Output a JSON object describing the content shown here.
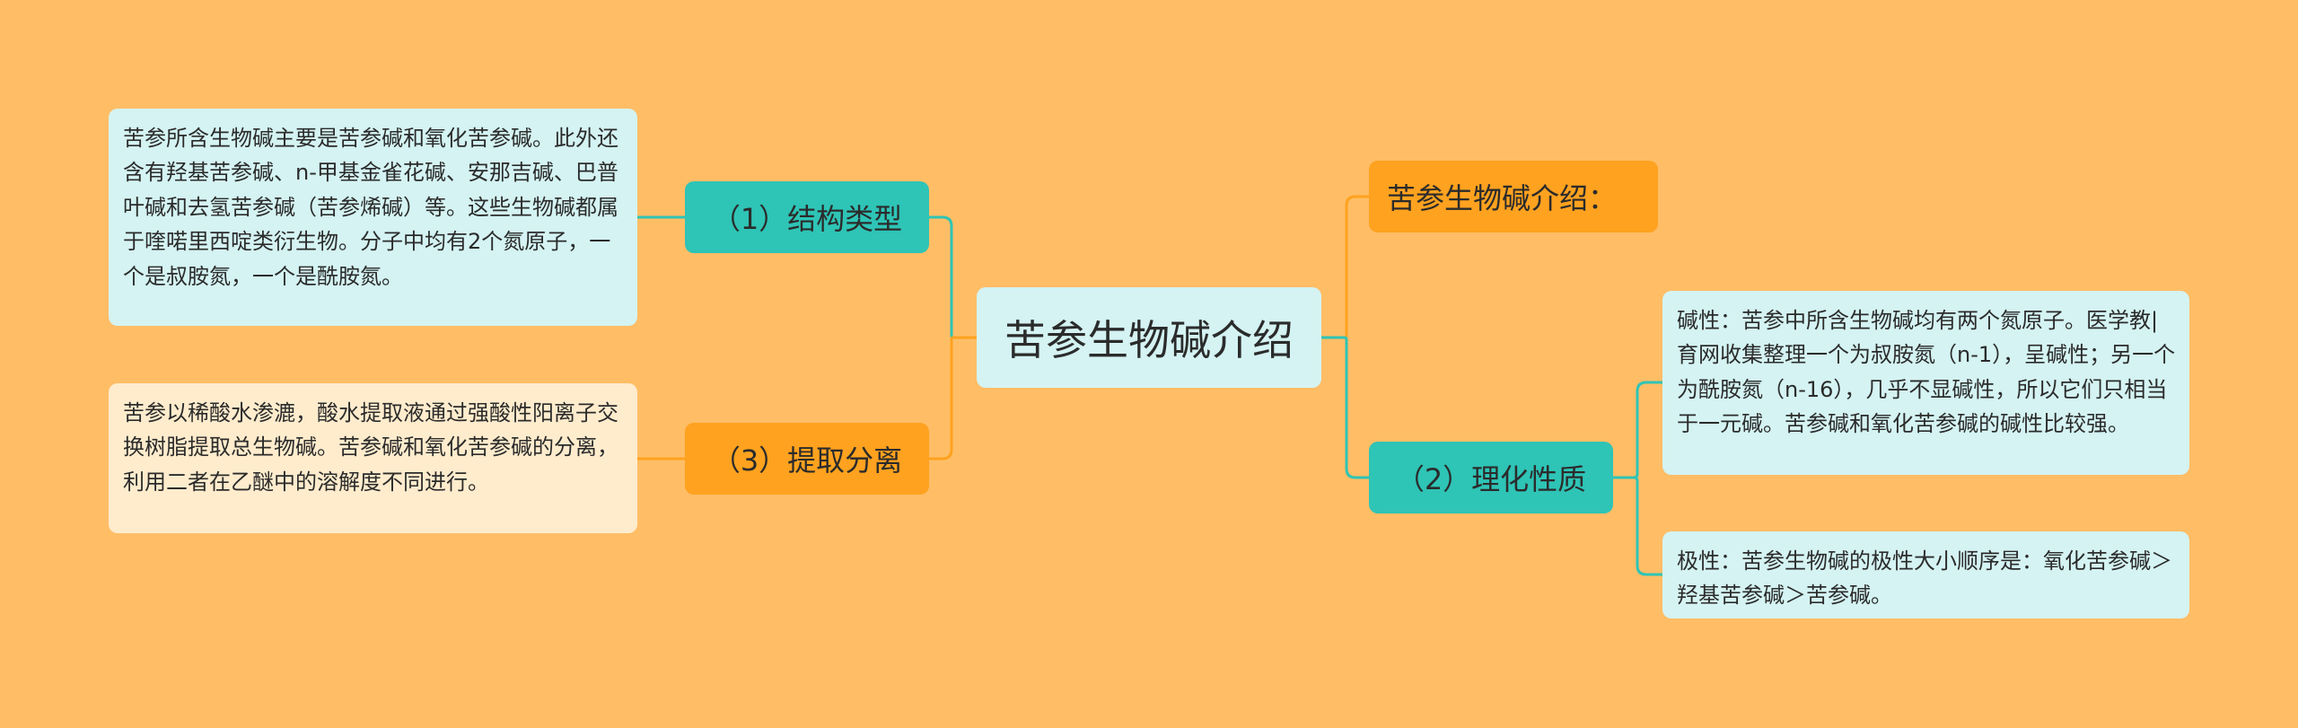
{
  "center": {
    "label": "苦参生物碱介绍"
  },
  "colors": {
    "background": "#ffbd66",
    "teal": "#2ec4b6",
    "orange": "#ffa21f",
    "light_teal": "#d4f3f2",
    "cream": "#ffeccd"
  },
  "left": {
    "structure": {
      "label": "（1）结构类型",
      "detail": "苦参所含生物碱主要是苦参碱和氧化苦参碱。此外还含有羟基苦参碱、n-甲基金雀花碱、安那吉碱、巴普叶碱和去氢苦参碱（苦参烯碱）等。这些生物碱都属于喹喏里西啶类衍生物。分子中均有2个氮原子，一个是叔胺氮，一个是酰胺氮。"
    },
    "extraction": {
      "label": "（3）提取分离",
      "detail": "苦参以稀酸水渗漉，酸水提取液通过强酸性阳离子交换树脂提取总生物碱。苦参碱和氧化苦参碱的分离，利用二者在乙醚中的溶解度不同进行。"
    }
  },
  "right": {
    "intro": {
      "label": "苦参生物碱介绍："
    },
    "properties": {
      "label": "（2）理化性质",
      "basicity": "碱性：苦参中所含生物碱均有两个氮原子。医学教|育网收集整理一个为叔胺氮（n-1），呈碱性；另一个为酰胺氮（n-16），几乎不显碱性，所以它们只相当于一元碱。苦参碱和氧化苦参碱的碱性比较强。",
      "polarity": "极性：苦参生物碱的极性大小顺序是：氧化苦参碱＞羟基苦参碱＞苦参碱。"
    }
  }
}
